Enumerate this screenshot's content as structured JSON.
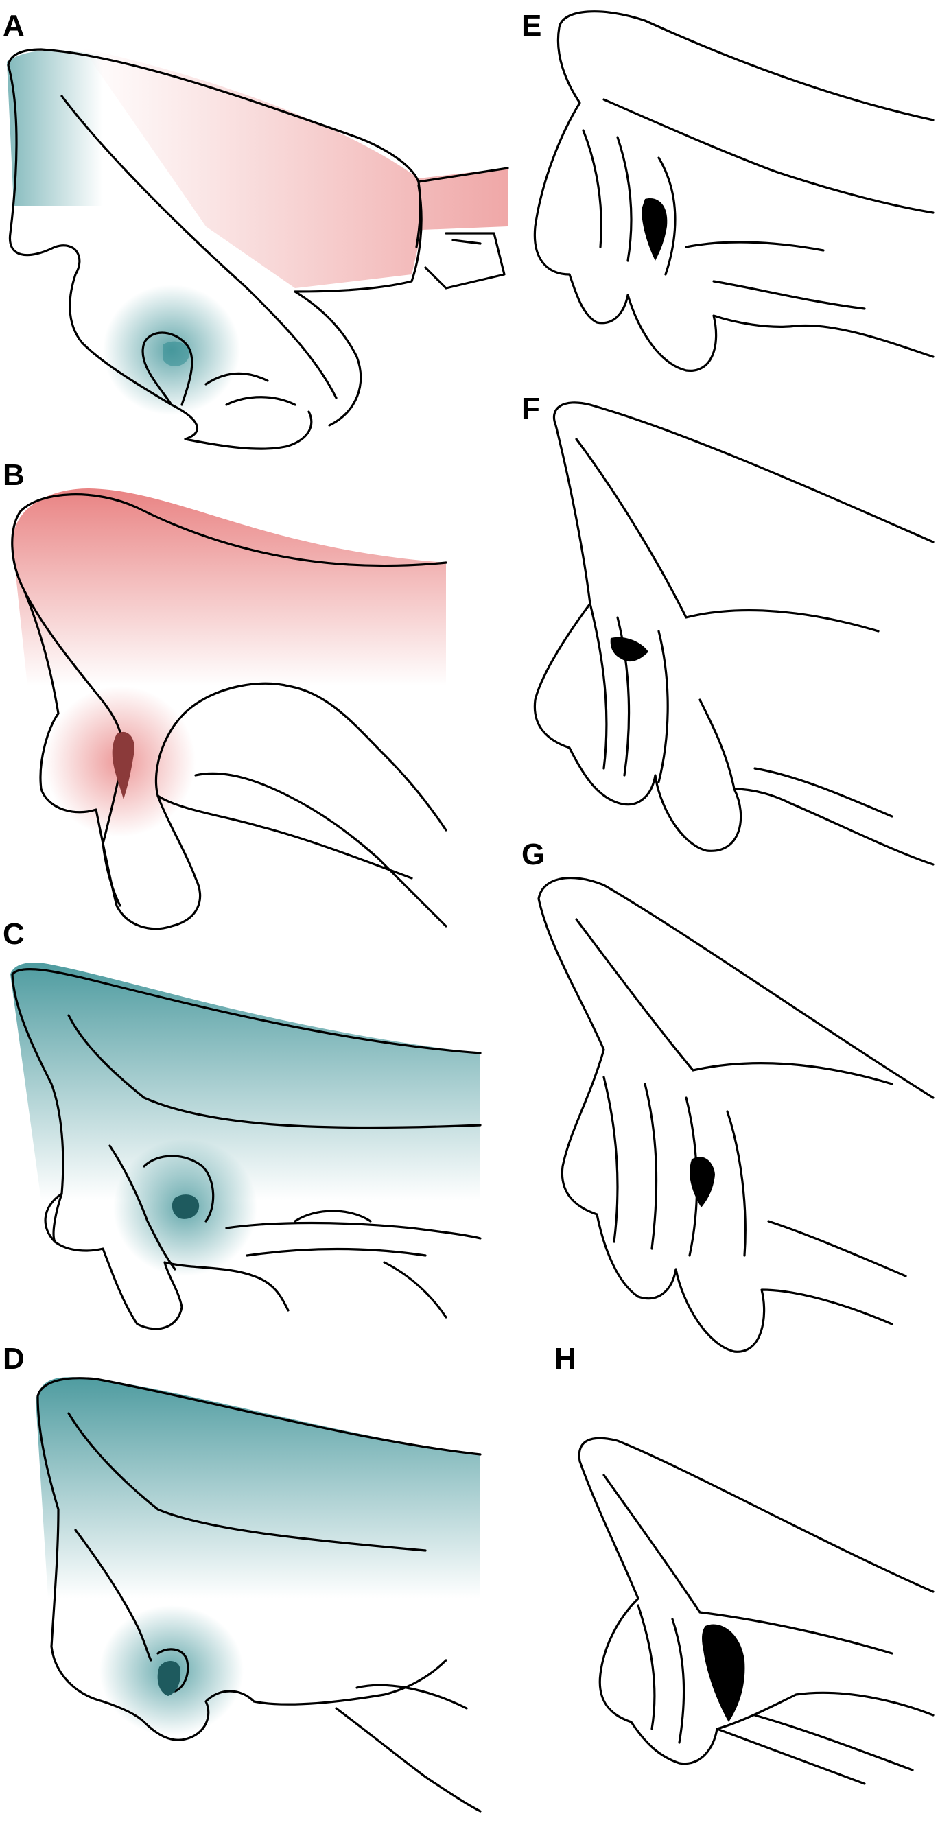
{
  "figure": {
    "panels": [
      {
        "id": "a",
        "label": "A",
        "shading": "teal-and-red",
        "foramen_fill": "teal"
      },
      {
        "id": "b",
        "label": "B",
        "shading": "red",
        "foramen_fill": "dark-red"
      },
      {
        "id": "c",
        "label": "C",
        "shading": "teal",
        "foramen_fill": "dark-teal"
      },
      {
        "id": "d",
        "label": "D",
        "shading": "teal",
        "foramen_fill": "dark-teal"
      },
      {
        "id": "e",
        "label": "E",
        "shading": "none",
        "foramen_fill": "black"
      },
      {
        "id": "f",
        "label": "F",
        "shading": "none",
        "foramen_fill": "black"
      },
      {
        "id": "g",
        "label": "G",
        "shading": "none",
        "foramen_fill": "black"
      },
      {
        "id": "h",
        "label": "H",
        "shading": "none",
        "foramen_fill": "black"
      }
    ]
  },
  "colors": {
    "teal": "#2f8a8f",
    "dark_teal": "#1e5a5e",
    "red": "#e56d6d",
    "dark_red": "#8b3a3a",
    "black": "#000000",
    "outline": "#000000",
    "background": "#ffffff"
  }
}
